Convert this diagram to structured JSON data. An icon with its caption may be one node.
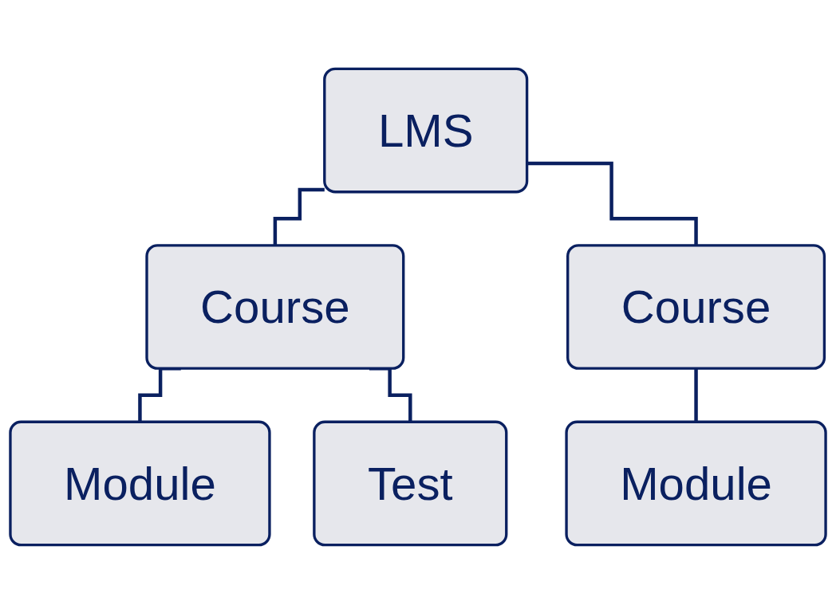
{
  "diagram": {
    "nodes": [
      {
        "text": [
          "LMS"
        ]
      },
      {
        "text": [
          "Course"
        ]
      },
      {
        "text": [
          "Course"
        ]
      },
      {
        "text": [
          "Module"
        ]
      },
      {
        "text": [
          "Test"
        ]
      },
      {
        "text": [
          "Module"
        ]
      }
    ],
    "edges": [
      {
        "from": 0,
        "to": 1,
        "arrow": "none"
      },
      {
        "from": 0,
        "to": 2,
        "arrow": "none"
      },
      {
        "from": 1,
        "to": 3,
        "arrow": "none"
      },
      {
        "from": 1,
        "to": 4,
        "arrow": "none"
      },
      {
        "from": 2,
        "to": 5,
        "arrow": "none"
      }
    ]
  }
}
